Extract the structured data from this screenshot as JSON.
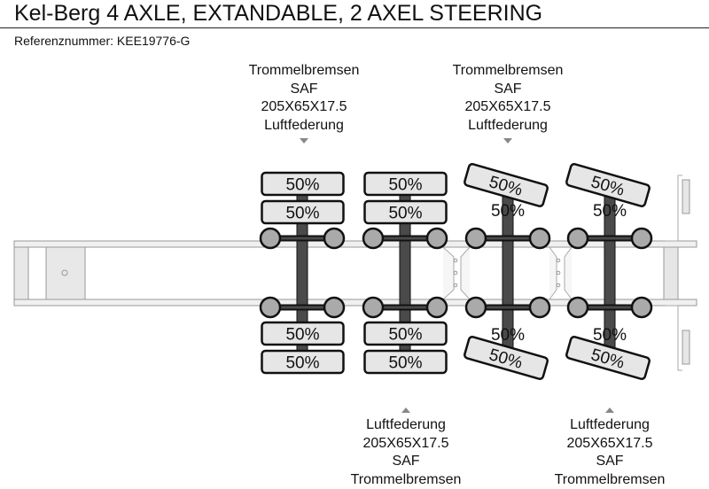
{
  "title": "Kel-Berg 4 AXLE, EXTANDABLE, 2 AXEL STEERING",
  "reference": "Referenznummer: KEE19776-G",
  "axle_labels_top": [
    {
      "lines": [
        "Trommelbremsen",
        "SAF",
        "205X65X17.5",
        "Luftfederung"
      ]
    },
    {
      "lines": [
        "Trommelbremsen",
        "SAF",
        "205X65X17.5",
        "Luftfederung"
      ]
    }
  ],
  "axle_labels_bottom": [
    {
      "lines": [
        "Luftfederung",
        "205X65X17.5",
        "SAF",
        "Trommelbremsen"
      ]
    },
    {
      "lines": [
        "Luftfederung",
        "205X65X17.5",
        "SAF",
        "Trommelbremsen"
      ]
    }
  ],
  "axles": [
    {
      "steering": false,
      "wheel_loads": [
        "50%",
        "50%",
        "50%",
        "50%"
      ]
    },
    {
      "steering": false,
      "wheel_loads": [
        "50%",
        "50%",
        "50%",
        "50%"
      ]
    },
    {
      "steering": true,
      "wheel_loads": [
        "50%",
        "50%",
        "50%",
        "50%"
      ]
    },
    {
      "steering": true,
      "wheel_loads": [
        "50%",
        "50%",
        "50%",
        "50%"
      ]
    }
  ],
  "colors": {
    "wheel_fill": "#e6e6e6",
    "axle_bar": "#4a4a4a",
    "hub": "#aaaaaa",
    "frame": "#f0f0f0",
    "frame_stroke": "#999999"
  }
}
